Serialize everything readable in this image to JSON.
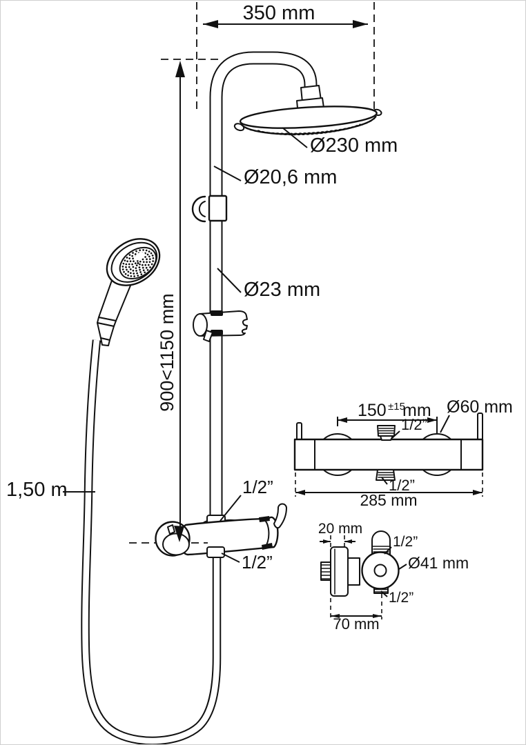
{
  "front_view": {
    "top_width": "350 mm",
    "head_diameter": "Ø230 mm",
    "upper_pipe_diameter": "Ø20,6 mm",
    "rail_diameter": "Ø23 mm",
    "adjustable_height": "900<1150 mm",
    "hose_length": "1,50 m",
    "top_connection": "1/2”",
    "bottom_connection": "1/2”"
  },
  "top_view": {
    "inlet_distance_value": "150",
    "inlet_distance_tolerance": "±15",
    "inlet_distance_unit": "mm",
    "knob_diameter": "Ø60 mm",
    "overall_width": "285 mm",
    "top_connection": "1/2”",
    "bottom_connection": "1/2”"
  },
  "side_view": {
    "knob_depth": "20 mm",
    "body_diameter": "Ø41 mm",
    "overall_depth": "70 mm",
    "top_connection": "1/2”",
    "bottom_connection": "1/2”"
  }
}
